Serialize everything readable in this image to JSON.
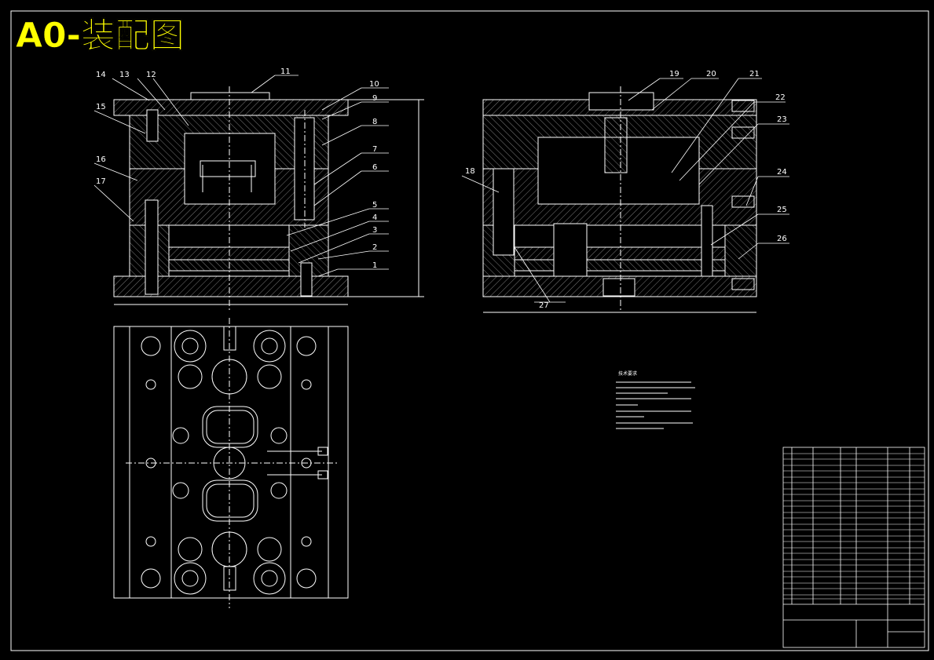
{
  "title": "A0-装配图",
  "colors": {
    "background": "#000000",
    "line": "#ffffff",
    "title": "#ffff00",
    "hatch": "#bbbbbb"
  },
  "front_view": {
    "labels": [
      "1",
      "2",
      "3",
      "4",
      "5",
      "6",
      "7",
      "8",
      "9",
      "10",
      "11",
      "12",
      "13",
      "14",
      "15",
      "16",
      "17"
    ]
  },
  "side_view": {
    "labels": [
      "18",
      "19",
      "20",
      "21",
      "22",
      "23",
      "24",
      "25",
      "26",
      "27"
    ]
  },
  "tech_notes": {
    "heading": "技术要求"
  }
}
